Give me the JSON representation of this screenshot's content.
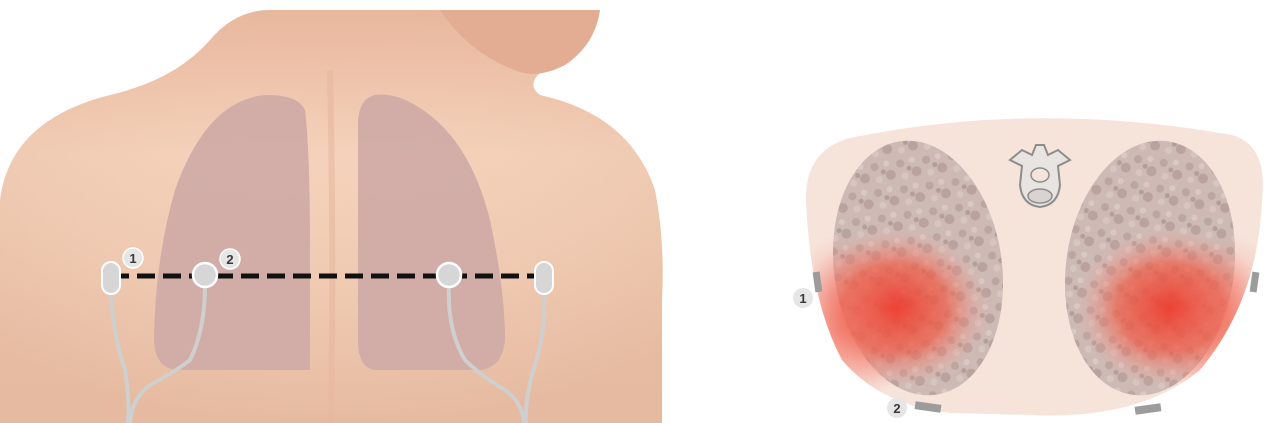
{
  "colors": {
    "skin": "#f2cdb4",
    "skin_shadow": "#d9a88c",
    "lung_back": "#cfaaa6",
    "lung_section": "#c7b2ae",
    "chest_section": "#f6e3da",
    "heat": "#ee3b2d",
    "electrode": "#d6d6d6",
    "wire": "#cfcfcf",
    "electrode_line": "#111111",
    "section_pad": "#9c9c9c"
  },
  "back_view": {
    "electrodes": [
      {
        "label": "1",
        "shape": "oval-pad"
      },
      {
        "label": "2",
        "shape": "round-pad"
      },
      {
        "label": "",
        "shape": "round-pad"
      },
      {
        "label": "",
        "shape": "oval-pad"
      }
    ],
    "icons": [
      "lung-left-icon",
      "lung-right-icon"
    ]
  },
  "cross_section": {
    "markers": [
      {
        "label": "1"
      },
      {
        "label": "2"
      }
    ],
    "icons": [
      "vertebra-icon"
    ]
  }
}
